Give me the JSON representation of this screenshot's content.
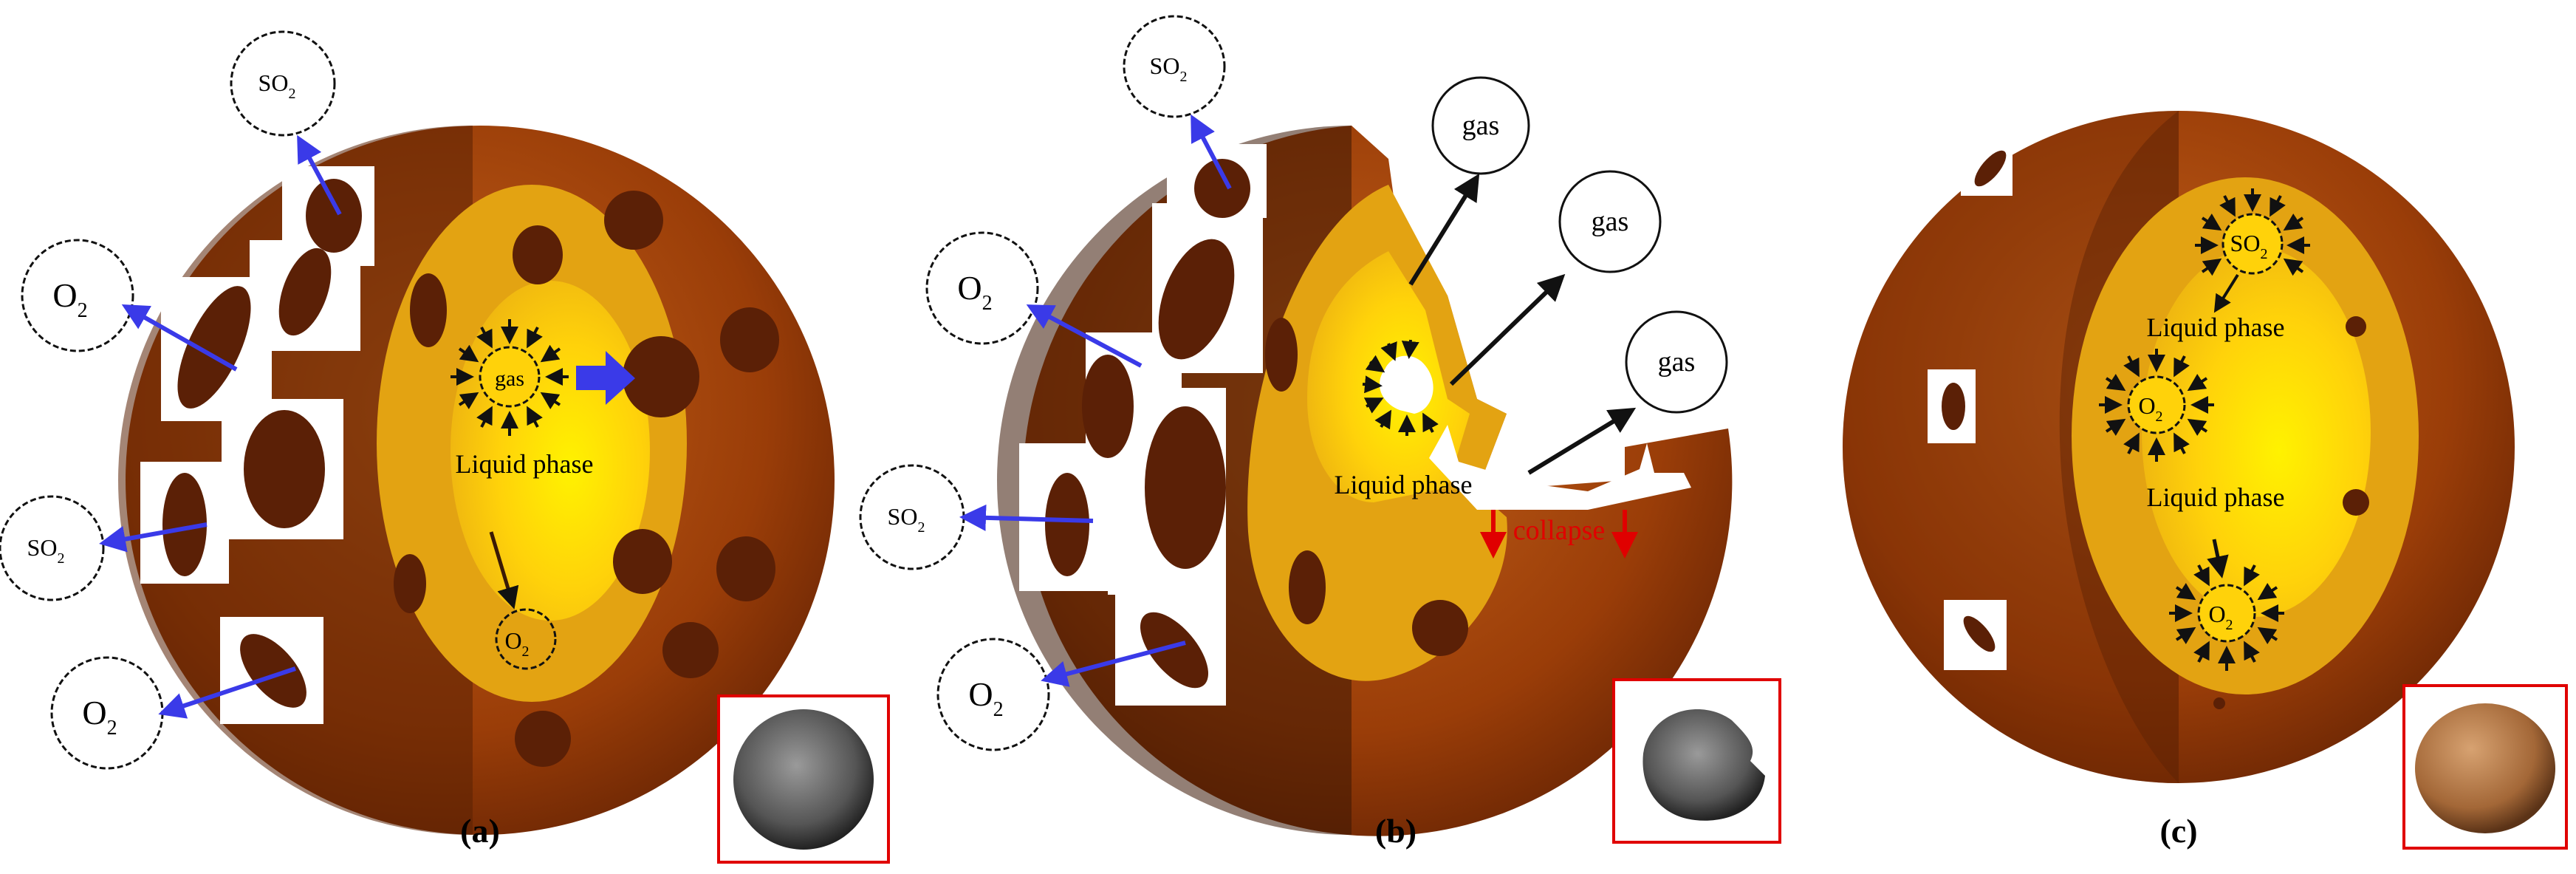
{
  "labels": {
    "so2": "SO",
    "o2": "O",
    "sub2": "2",
    "gas": "gas",
    "liquid_phase": "Liquid phase",
    "collapse": "collapse"
  },
  "captions": {
    "a": "(a)",
    "b": "(b)",
    "c": "(c)"
  },
  "colors": {
    "outer_shell": "#9a3d08",
    "outer_dark": "#5a2104",
    "middle_layer": "#e3a312",
    "inner_core": "#ffd70d",
    "pore": "#5b2006",
    "arrow_blue": "#3a3ae8",
    "arrow_dark": "#111111",
    "collapse_red": "#e00000",
    "frame_red": "#e00000"
  },
  "icons": [
    "photo-inset-icon",
    "arrow-icon"
  ]
}
